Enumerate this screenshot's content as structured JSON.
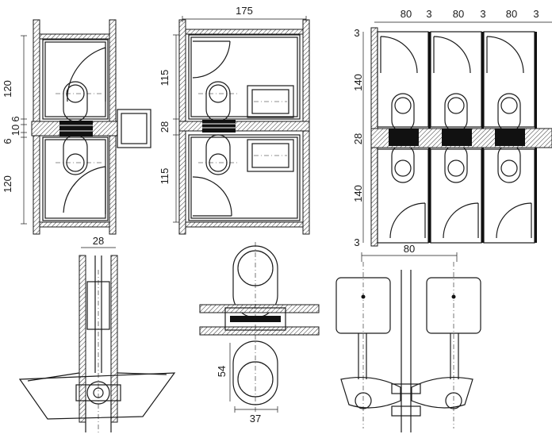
{
  "plan_a": {
    "dims": [
      "120",
      "6",
      "10",
      "6",
      "120"
    ]
  },
  "plan_b": {
    "dims": [
      "175",
      "115",
      "28",
      "115"
    ]
  },
  "plan_c": {
    "dims": [
      "80",
      "3",
      "80",
      "3",
      "80",
      "3",
      "3",
      "140",
      "28",
      "140",
      "3"
    ]
  },
  "section_a": {
    "dims": [
      "28"
    ]
  },
  "detail": {
    "dims": [
      "54",
      "37"
    ]
  },
  "elevation": {
    "dims": [
      "80"
    ]
  },
  "colors": {
    "ink": "#1a1a1a",
    "paper": "#ffffff"
  }
}
